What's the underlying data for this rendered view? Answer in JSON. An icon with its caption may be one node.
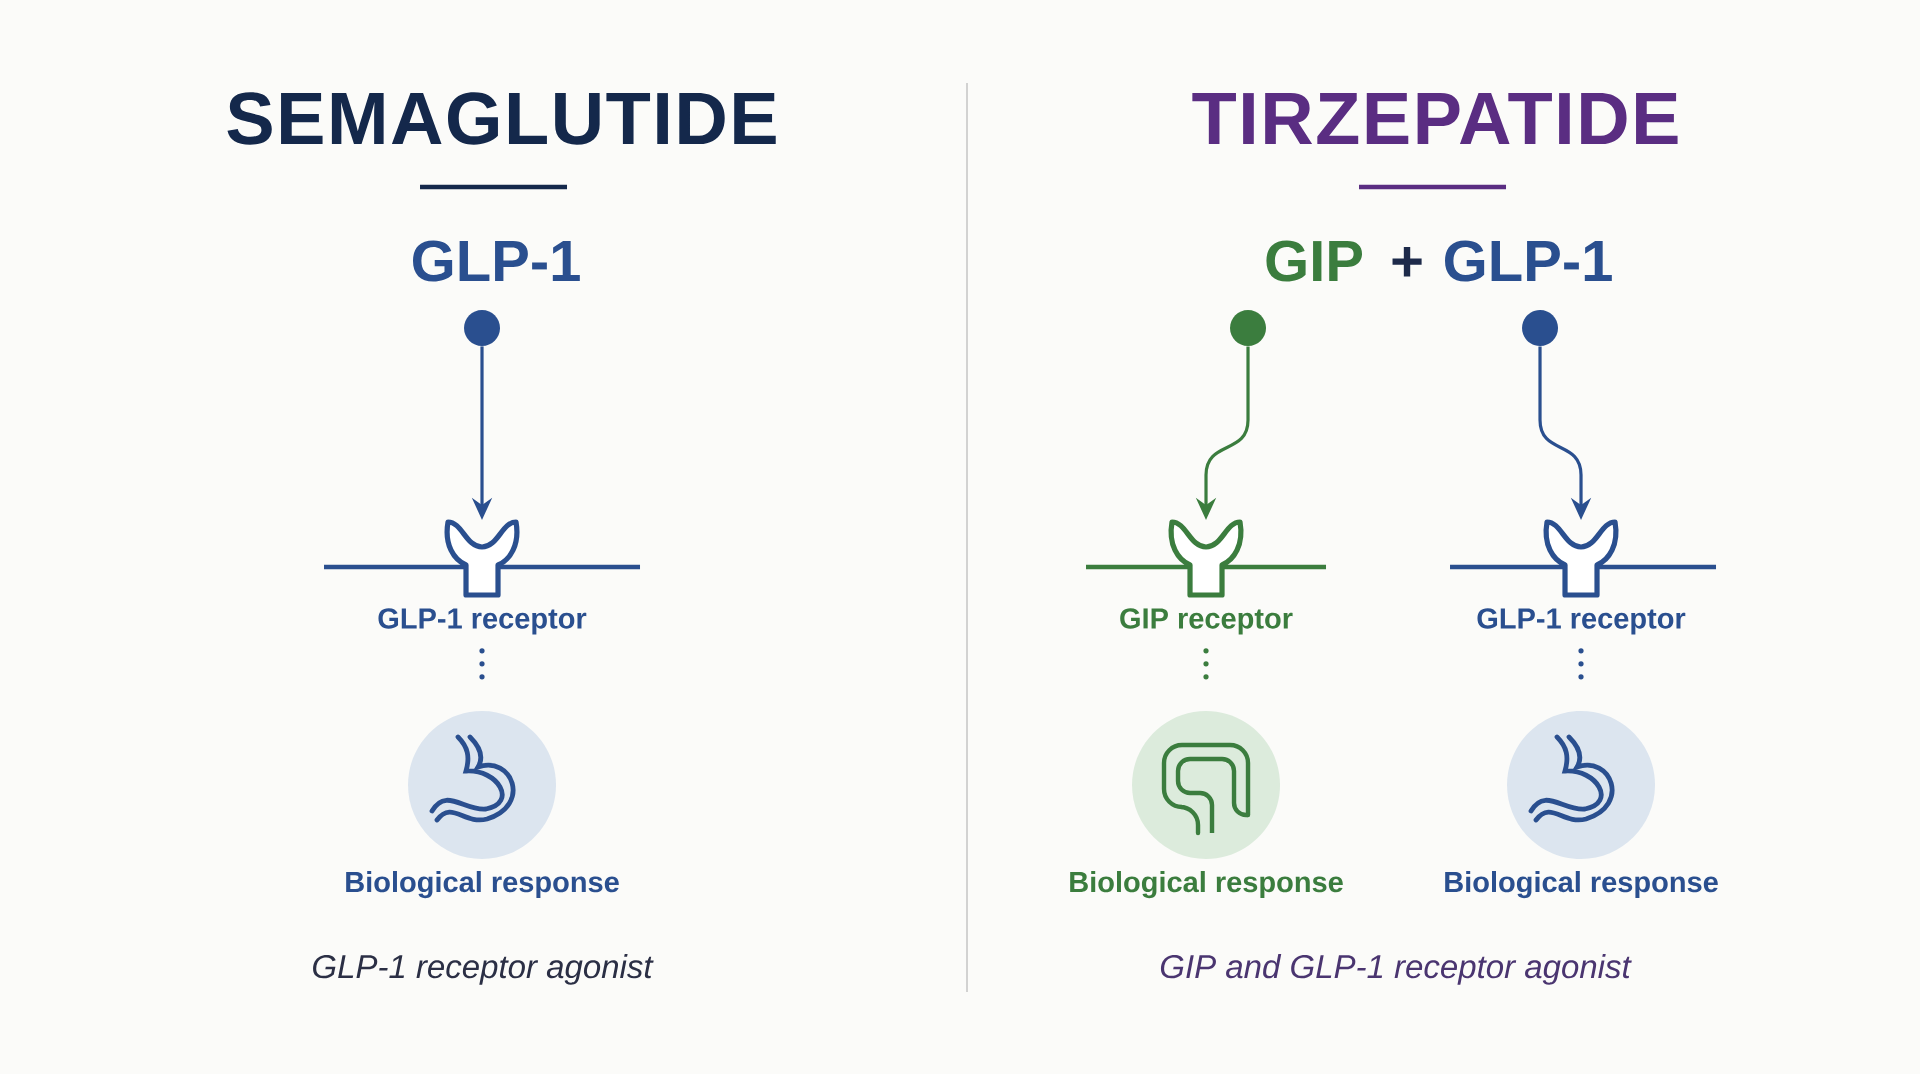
{
  "diagram": {
    "nodes": [
      {
        "text": [],
        "shape": "circle"
      },
      {
        "text": [
          "GLP-1 receptor"
        ]
      },
      {
        "text": [
          "Biological response"
        ]
      },
      {
        "text": [],
        "shape": "circle"
      },
      {
        "text": [],
        "shape": "circle"
      },
      {
        "text": [
          "GIP receptor"
        ]
      },
      {
        "text": [
          "GLP-1 receptor"
        ]
      },
      {
        "text": [
          "Biological response"
        ]
      },
      {
        "text": [
          "Biological response"
        ]
      }
    ],
    "edges": [
      {
        "from": 0,
        "to": 1,
        "arrow": "to"
      },
      {
        "from": 1,
        "to": 2,
        "arrow": "none",
        "style": "dashed"
      },
      {
        "from": 3,
        "to": 5,
        "arrow": "to",
        "color": "#3b7d3e"
      },
      {
        "from": 4,
        "to": 6,
        "arrow": "to"
      },
      {
        "from": 5,
        "to": 7,
        "arrow": "none",
        "style": "dashed",
        "color": "#3b7d3e"
      },
      {
        "from": 6,
        "to": 8,
        "arrow": "none",
        "style": "dashed"
      }
    ],
    "labels": [
      "SEMAGLUTIDE",
      "GLP-1",
      "GLP-1 receptor agonist",
      "TIRZEPATIDE",
      "GIP",
      "+",
      "GLP-1",
      "GIP and GLP-1 receptor agonist"
    ]
  }
}
